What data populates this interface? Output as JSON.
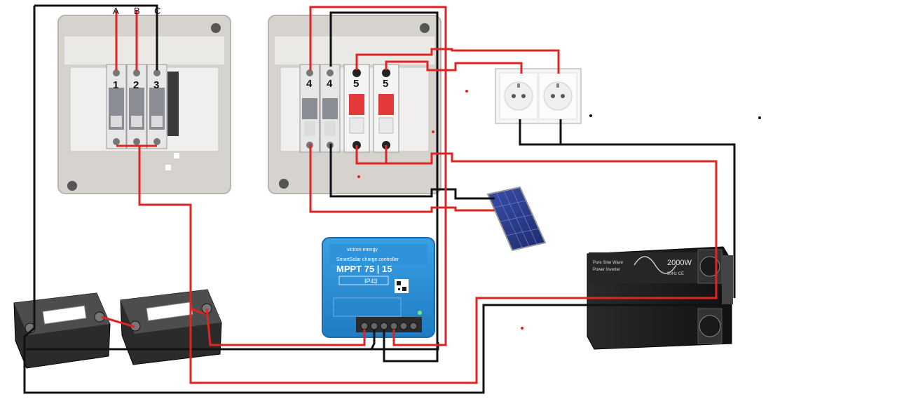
{
  "phase_labels": [
    "A",
    "B",
    "C"
  ],
  "breaker_numbers": {
    "panel1": [
      "1",
      "2",
      "3"
    ],
    "panel2": [
      "4",
      "4",
      "5",
      "5"
    ]
  },
  "charge_controller": {
    "brand": "victron energy",
    "subtitle": "SmartSolar charge controller",
    "model": "MPPT 75 | 15",
    "ip_rating": "IP43"
  },
  "inverter": {
    "power": "2000W",
    "line1": "Pure Sine Wave",
    "line2": "Power Inverter",
    "note": "50Hz CE"
  },
  "colors": {
    "positive_wire": "#e02424",
    "negative_wire": "#111111",
    "panel_body": "#d9d6d2",
    "controller_blue": "#2a8fd6",
    "inverter_body": "#1c1c1c"
  },
  "icons": [
    "battery-icon",
    "solar-panel-icon",
    "double-socket-icon",
    "breaker-icon",
    "charge-controller-icon",
    "inverter-icon"
  ]
}
